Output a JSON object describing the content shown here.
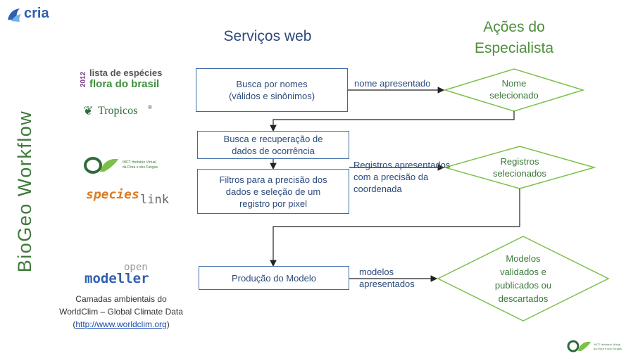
{
  "logo_cria": "cria",
  "side_title": "BioGeo Workflow",
  "header": {
    "services": "Serviços web",
    "actions": "Ações do\nEspecialista"
  },
  "sources": {
    "lista_year": "2012",
    "lista_line1": "lista de espécies",
    "lista_line2": "flora do brasil",
    "tropicos": "Tropicos",
    "tropicos_mark": "®",
    "inct_text": "INCT Herbário Virtual\nda Flora e dos Fungos",
    "specieslink_a": "species",
    "specieslink_b": "link",
    "openmodeller_a": "open",
    "openmodeller_b": "modeller",
    "camadas": "Camadas ambientais do\nWorldClim – Global Climate Data",
    "worldclim_link": "http://www.worldclim.org",
    "worldclim_paren_open": "(",
    "worldclim_paren_close": ")",
    "footer_inct": "INCT Herbário Virtual\nda Flora e dos Fungos"
  },
  "boxes": {
    "busca_nomes": "Busca por nomes\n(válidos e sinônimos)",
    "busca_ocorrencia": "Busca e recuperação de\ndados de ocorrência",
    "filtros": "Filtros para a precisão dos\ndados e seleção de um\nregistro por pixel",
    "producao": "Produção do Modelo"
  },
  "edge_labels": {
    "nome_apresentado": "nome apresentado",
    "registros_apresentados": "Registros apresentados\ncom a precisão da\ncoordenada",
    "modelos_apresentados": "modelos\napresentados"
  },
  "decisions": {
    "nome": "Nome\nselecionado",
    "registros": "Registros\nselecionados",
    "modelos": "Modelos\nvalidados e\npublicados ou\ndescartados"
  },
  "colors": {
    "blue": "#3b6aa8",
    "green_line": "#7cc04a",
    "green_text": "#3a7a3a",
    "title_green": "#3f7a3a",
    "header_green": "#4f8f3f"
  }
}
